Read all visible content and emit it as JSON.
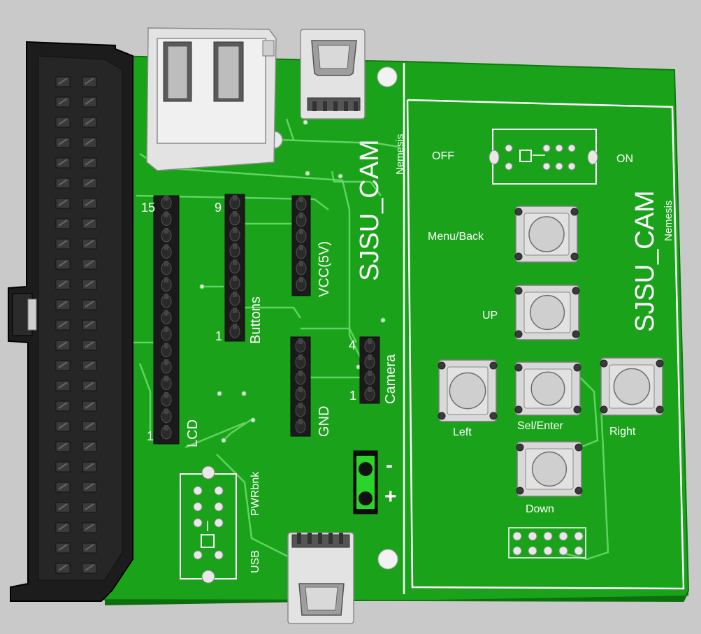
{
  "board_left": {
    "title": "SJSU_CAM",
    "subtitle": "Nemesis",
    "header_labels": {
      "lcd": "LCD",
      "lcd_top_pin": "15",
      "lcd_bottom_pin": "1",
      "buttons": "Buttons",
      "buttons_top_pin": "9",
      "buttons_bottom_pin": "1",
      "vcc": "VCC(5V)",
      "gnd": "GND",
      "camera": "Camera",
      "camera_top_pin": "4",
      "camera_bottom_pin": "1"
    },
    "power_labels": {
      "minus": "-",
      "plus": "+"
    },
    "connector_labels": {
      "pwrbnk": "PWRbnk",
      "usb": "USB"
    }
  },
  "board_right": {
    "title": "SJSU_CAM",
    "subtitle": "Nemesis",
    "switch_labels": {
      "off": "OFF",
      "on": "ON"
    },
    "buttons": {
      "menu_back": "Menu/Back",
      "up": "UP",
      "left": "Left",
      "sel_enter": "Sel/Enter",
      "right": "Right",
      "down": "Down"
    }
  },
  "colors": {
    "background": "#c9c9c9",
    "pcb": "#1aa31a",
    "silkscreen": "#ffffff",
    "connector_black": "#1a1a1a",
    "metal": "#e3e3e3"
  }
}
